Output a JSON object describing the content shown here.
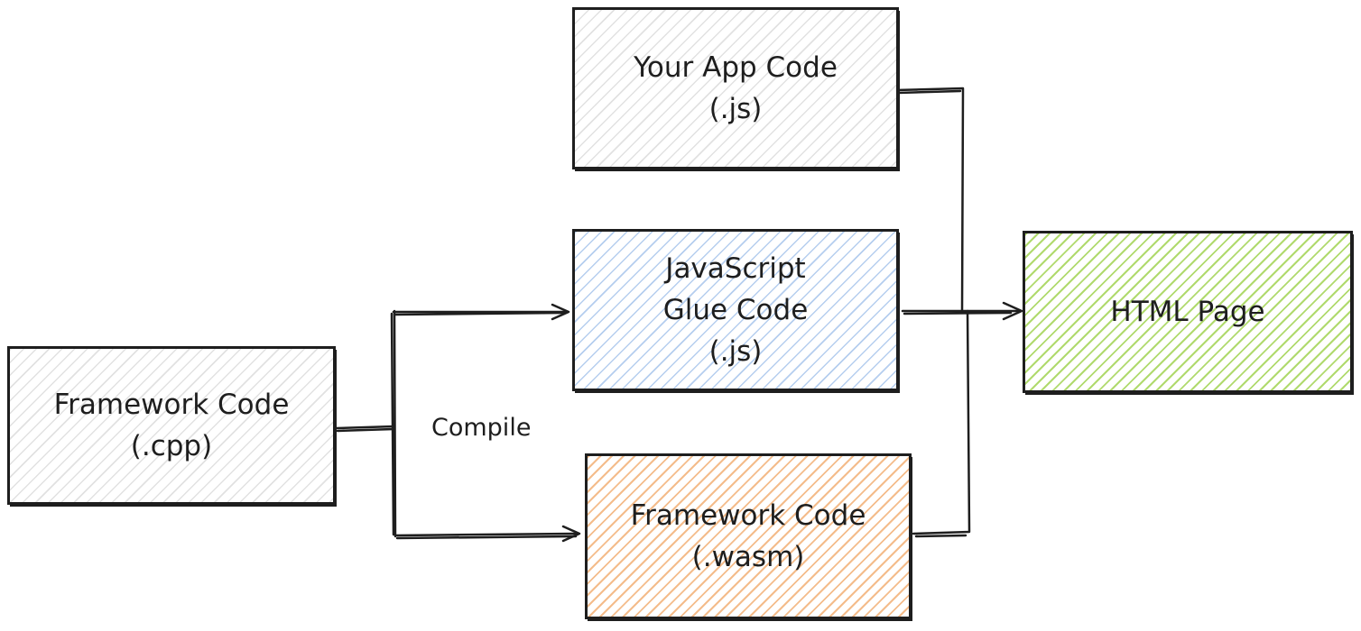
{
  "nodes": {
    "your_app_code": {
      "line1": "Your App Code",
      "line2": "(.js)"
    },
    "js_glue_code": {
      "line1": "JavaScript",
      "line2": "Glue Code",
      "line3": "(.js)"
    },
    "framework_cpp": {
      "line1": "Framework Code",
      "line2": "(.cpp)"
    },
    "framework_wasm": {
      "line1": "Framework Code",
      "line2": "(.wasm)"
    },
    "html_page": {
      "line1": "HTML Page"
    }
  },
  "edges": {
    "compile_label": "Compile"
  },
  "colors": {
    "stroke": "#1e1e1e",
    "gray_fill": "#aaaaaa",
    "blue_fill": "#78a5e1",
    "orange_fill": "#f0a05a",
    "green_fill": "#96cd3c"
  }
}
